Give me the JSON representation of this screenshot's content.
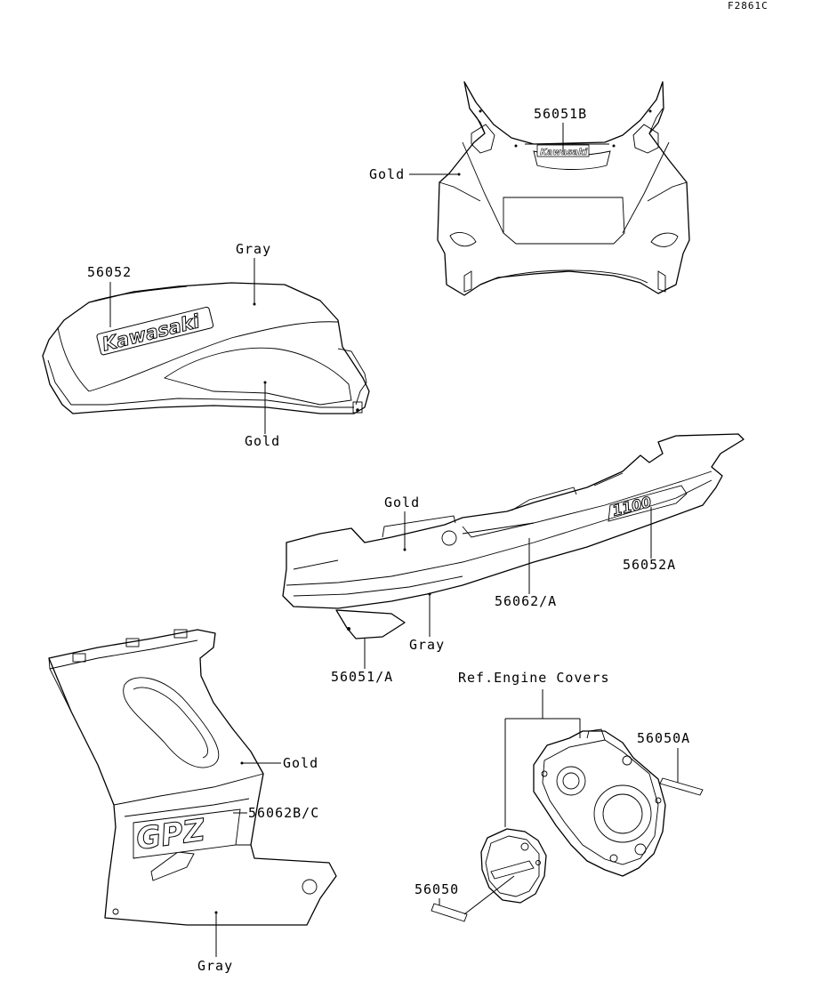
{
  "figure_code": "F2861C",
  "labels": {
    "front_decal": "56051B",
    "front_color": "Gold",
    "tank_top_color": "Gray",
    "tank_decal": "56052",
    "tank_bottom_color": "Gold",
    "tail_top_color": "Gold",
    "tail_emblem_decal": "56052A",
    "tail_stripe_decal": "56062/A",
    "tail_bottom_color": "Gray",
    "tail_lower_decal": "56051/A",
    "ref_engine": "Ref.Engine Covers",
    "engine_right_decal": "56050A",
    "side_color": "Gold",
    "side_decal": "56062B/C",
    "engine_left_decal": "56050",
    "side_bottom_color": "Gray"
  },
  "emblems": {
    "front_logo": "Kawasaki",
    "tank_logo": "Kawasaki",
    "tail_logo": "1100",
    "side_logo": "GPZ"
  }
}
